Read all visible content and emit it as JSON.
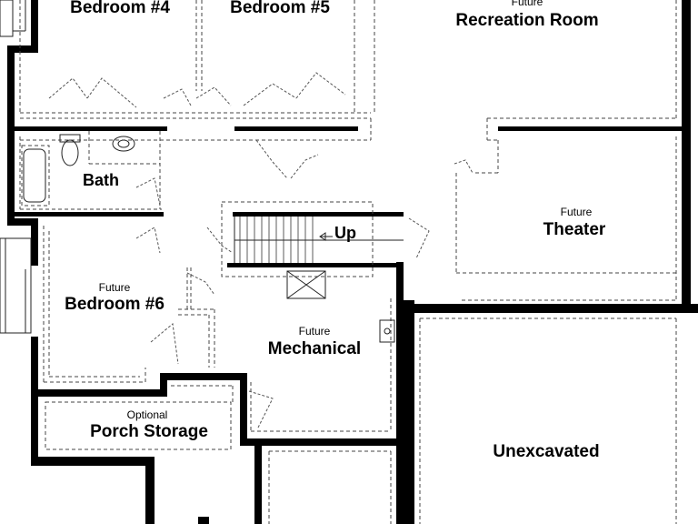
{
  "rooms": {
    "bedroom4": {
      "name": "Bedroom #4"
    },
    "bedroom5": {
      "name": "Bedroom #5"
    },
    "recreation": {
      "prefix": "Future",
      "name": "Recreation Room"
    },
    "bath": {
      "name": "Bath"
    },
    "theater": {
      "prefix": "Future",
      "name": "Theater"
    },
    "stairs": {
      "label": "Up"
    },
    "bedroom6": {
      "prefix": "Future",
      "name": "Bedroom #6"
    },
    "mechanical": {
      "prefix": "Future",
      "name": "Mechanical"
    },
    "porch_storage": {
      "prefix": "Optional",
      "name": "Porch Storage"
    },
    "unexcavated": {
      "name": "Unexcavated"
    }
  },
  "colors": {
    "wall": "#000000",
    "background": "#ffffff"
  }
}
